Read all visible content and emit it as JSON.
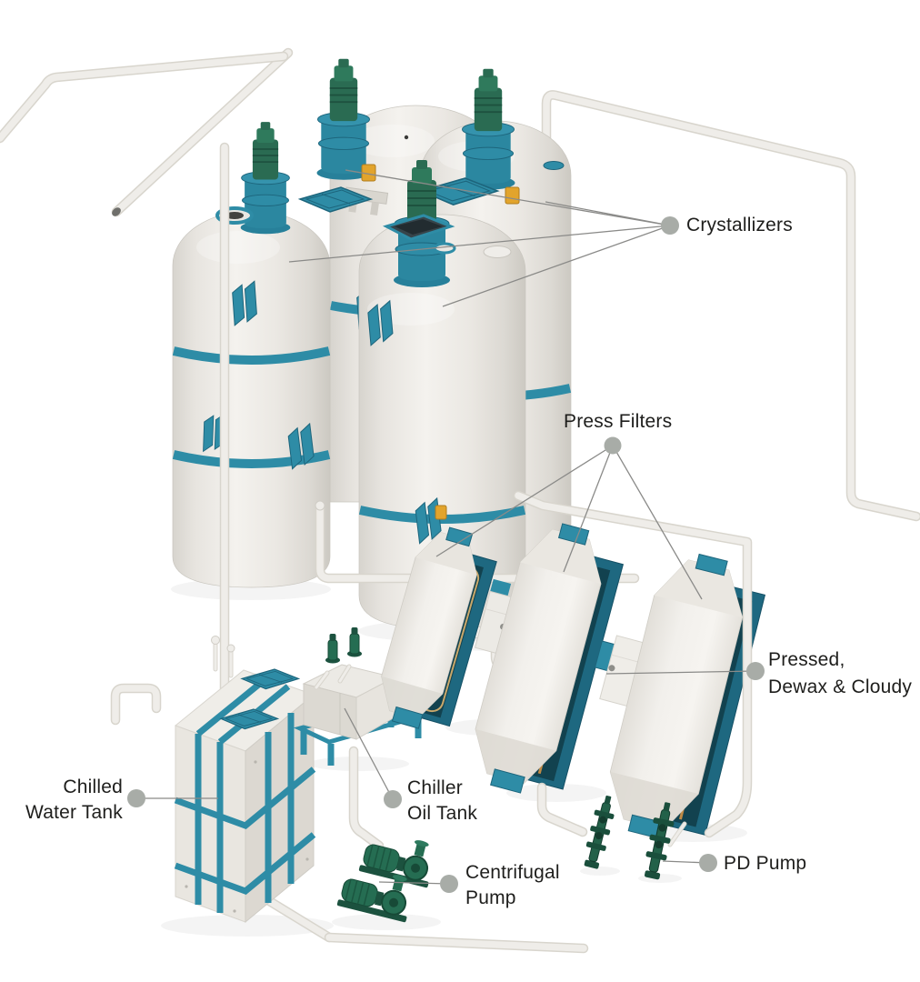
{
  "annotations": {
    "crystallizers": {
      "label": "Crystallizers"
    },
    "press_filters": {
      "label": "Press Filters"
    },
    "pressed_dewax_cloudy": {
      "line1": "Pressed,",
      "line2": "Dewax & Cloudy"
    },
    "chilled_water_tank": {
      "line1": "Chilled",
      "line2": "Water Tank"
    },
    "chiller_oil_tank": {
      "line1": "Chiller",
      "line2": "Oil Tank"
    },
    "centrifugal_pump": {
      "line1": "Centrifugal",
      "line2": "Pump"
    },
    "pd_pump": {
      "label": "PD Pump"
    }
  },
  "colors": {
    "teal": "#2e8ca6",
    "teal_dark": "#1d657c",
    "motor_green": "#2a6b52",
    "pump_green": "#236149",
    "tank_white": "#e9e6e1",
    "pipe_white": "#efede9",
    "accent_orange": "#e2a42c",
    "leader_line": "#8a8a88",
    "leader_dot": "#a8aca7",
    "label_text": "#1e1e1c",
    "background": "#ffffff"
  }
}
